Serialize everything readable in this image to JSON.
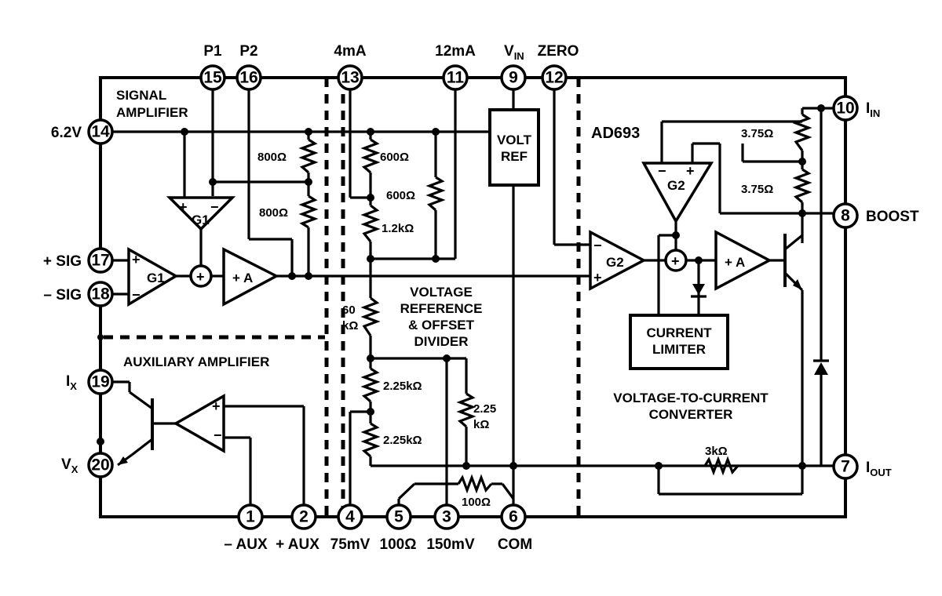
{
  "chip": {
    "name": "AD693"
  },
  "blocks": {
    "signal_amplifier": [
      "SIGNAL",
      "AMPLIFIER"
    ],
    "auxiliary_amplifier": "AUXILIARY AMPLIFIER",
    "voltage_reference": [
      "VOLTAGE",
      "REFERENCE",
      "& OFFSET",
      "DIVIDER"
    ],
    "v_to_i": [
      "VOLTAGE-TO-CURRENT",
      "CONVERTER"
    ],
    "volt_ref": [
      "VOLT",
      "REF"
    ],
    "current_limiter": [
      "CURRENT",
      "LIMITER"
    ]
  },
  "amps": {
    "g1": "G1",
    "g2": "G2",
    "a": "+ A",
    "plus": "+",
    "minus": "−"
  },
  "pins": [
    {
      "num": "15",
      "label": "P1"
    },
    {
      "num": "16",
      "label": "P2"
    },
    {
      "num": "13",
      "label": "4mA"
    },
    {
      "num": "11",
      "label": "12mA"
    },
    {
      "num": "9",
      "label": "V",
      "sub": "IN"
    },
    {
      "num": "12",
      "label": "ZERO"
    },
    {
      "num": "14",
      "label": "6.2V"
    },
    {
      "num": "17",
      "label": "+ SIG"
    },
    {
      "num": "18",
      "label": "– SIG"
    },
    {
      "num": "19",
      "label": "I",
      "sub": "X"
    },
    {
      "num": "20",
      "label": "V",
      "sub": "X"
    },
    {
      "num": "1",
      "label": "– AUX"
    },
    {
      "num": "2",
      "label": "+ AUX"
    },
    {
      "num": "4",
      "label": "75mV"
    },
    {
      "num": "5",
      "label": "100Ω"
    },
    {
      "num": "3",
      "label": "150mV"
    },
    {
      "num": "6",
      "label": "COM"
    },
    {
      "num": "10",
      "label": "I",
      "sub": "IN"
    },
    {
      "num": "8",
      "label": "BOOST"
    },
    {
      "num": "7",
      "label": "I",
      "sub": "OUT"
    }
  ],
  "resistors": {
    "r800a": "800Ω",
    "r800b": "800Ω",
    "r600a": "600Ω",
    "r600b": "600Ω",
    "r1_2k": "1.2kΩ",
    "r60k": [
      "60",
      "kΩ"
    ],
    "r2_25a": "2.25kΩ",
    "r2_25b": "2.25kΩ",
    "r2_25c": [
      "2.25",
      "kΩ"
    ],
    "r100": "100Ω",
    "r3_75a": "3.75Ω",
    "r3_75b": "3.75Ω",
    "r3k": "3kΩ"
  }
}
